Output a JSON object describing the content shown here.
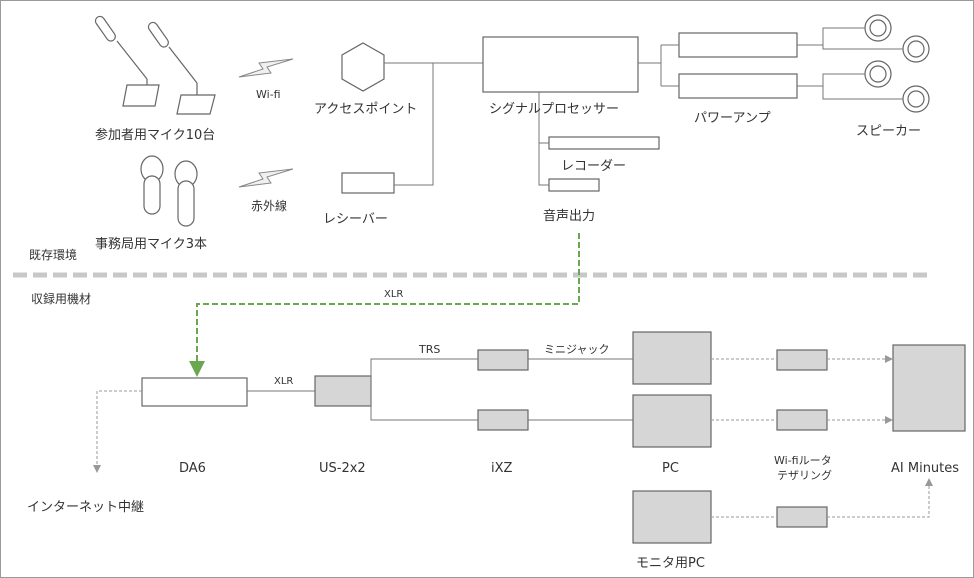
{
  "existing": {
    "section_label": "既存環境",
    "participant_mics": "参加者用マイク10台",
    "office_mics": "事務局用マイク3本",
    "wifi": "Wi-fi",
    "infrared": "赤外線",
    "access_point": "アクセスポイント",
    "receiver": "レシーバー",
    "signal_processor": "シグナルプロセッサー",
    "recorder": "レコーダー",
    "audio_out": "音声出力",
    "power_amp": "パワーアンプ",
    "speaker": "スピーカー"
  },
  "recording": {
    "section_label": "収録用機材",
    "xlr_top": "XLR",
    "xlr_mid": "XLR",
    "trs": "TRS",
    "mini_jack": "ミニジャック",
    "da6": "DA6",
    "us2x2": "US-2x2",
    "ixz": "iXZ",
    "pc": "PC",
    "wifi_router_line1": "Wi-fiルータ",
    "wifi_router_line2": "テザリング",
    "ai_minutes": "AI Minutes",
    "internet_relay": "インターネット中継",
    "monitor_pc": "モニタ用PC"
  },
  "colors": {
    "stroke": "#666666",
    "box_fill": "#d6d6d6",
    "green": "#6aa84f",
    "divider": "#c8c8c8"
  }
}
